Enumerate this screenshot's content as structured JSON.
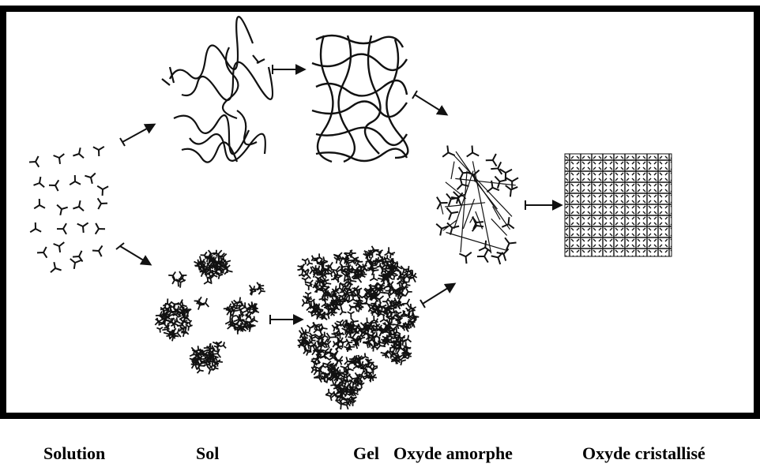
{
  "captions": {
    "solution": "Solution",
    "sol": "Sol",
    "gel": "Gel",
    "amorphous_oxide": "Oxyde amorphe",
    "crystallized_oxide": "Oxyde cristallisé"
  },
  "colors": {
    "ink": "#111111",
    "frame": "#000000",
    "background": "#ffffff"
  }
}
